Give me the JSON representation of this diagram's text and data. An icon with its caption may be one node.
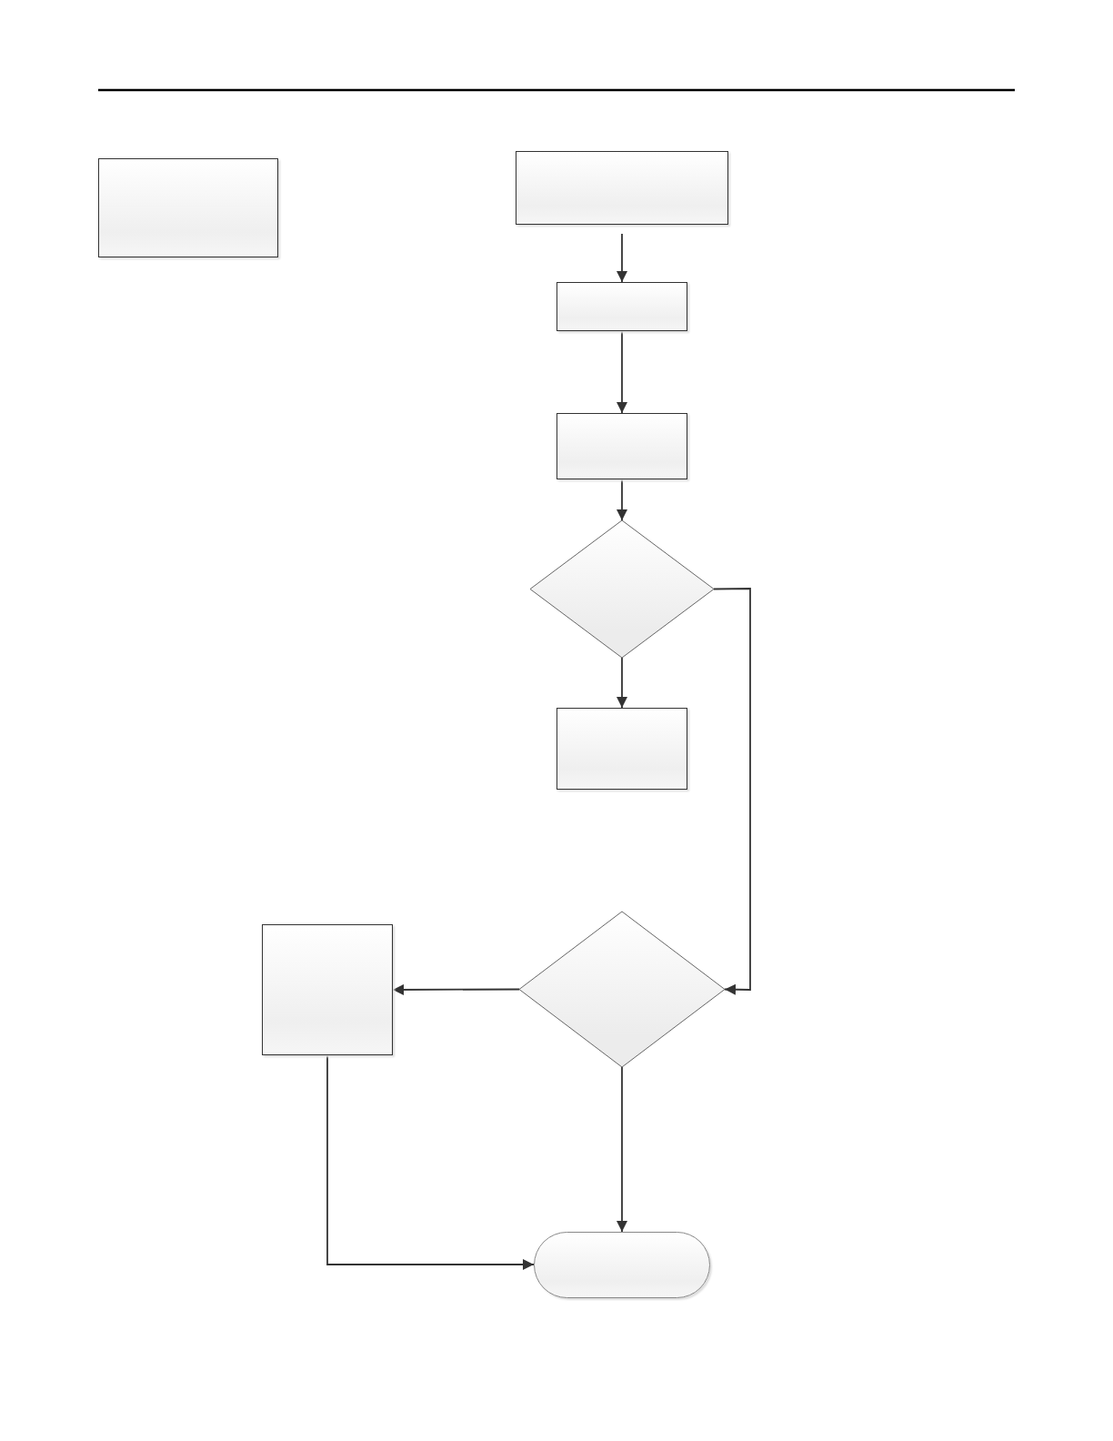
{
  "diagram": {
    "nodes": [
      {
        "text": [],
        "shape": "box"
      },
      {
        "text": [],
        "shape": "box"
      },
      {
        "text": [],
        "shape": "box"
      },
      {
        "text": [],
        "shape": "box"
      },
      {
        "text": [],
        "shape": "diamond"
      },
      {
        "text": [],
        "shape": "box"
      },
      {
        "text": [],
        "shape": "box"
      },
      {
        "text": [],
        "shape": "diamond"
      },
      {
        "text": [],
        "shape": "terminal"
      }
    ],
    "edges": [
      {
        "from": 1,
        "to": 2,
        "arrow": "to"
      },
      {
        "from": 2,
        "to": 3,
        "arrow": "to"
      },
      {
        "from": 3,
        "to": 4,
        "arrow": "to"
      },
      {
        "from": 4,
        "to": 5,
        "arrow": "to"
      },
      {
        "from": 4,
        "to": 7,
        "arrow": "to"
      },
      {
        "from": 7,
        "to": 6,
        "arrow": "to"
      },
      {
        "from": 7,
        "to": 8,
        "arrow": "to"
      },
      {
        "from": 6,
        "to": 8,
        "arrow": "to"
      }
    ]
  }
}
